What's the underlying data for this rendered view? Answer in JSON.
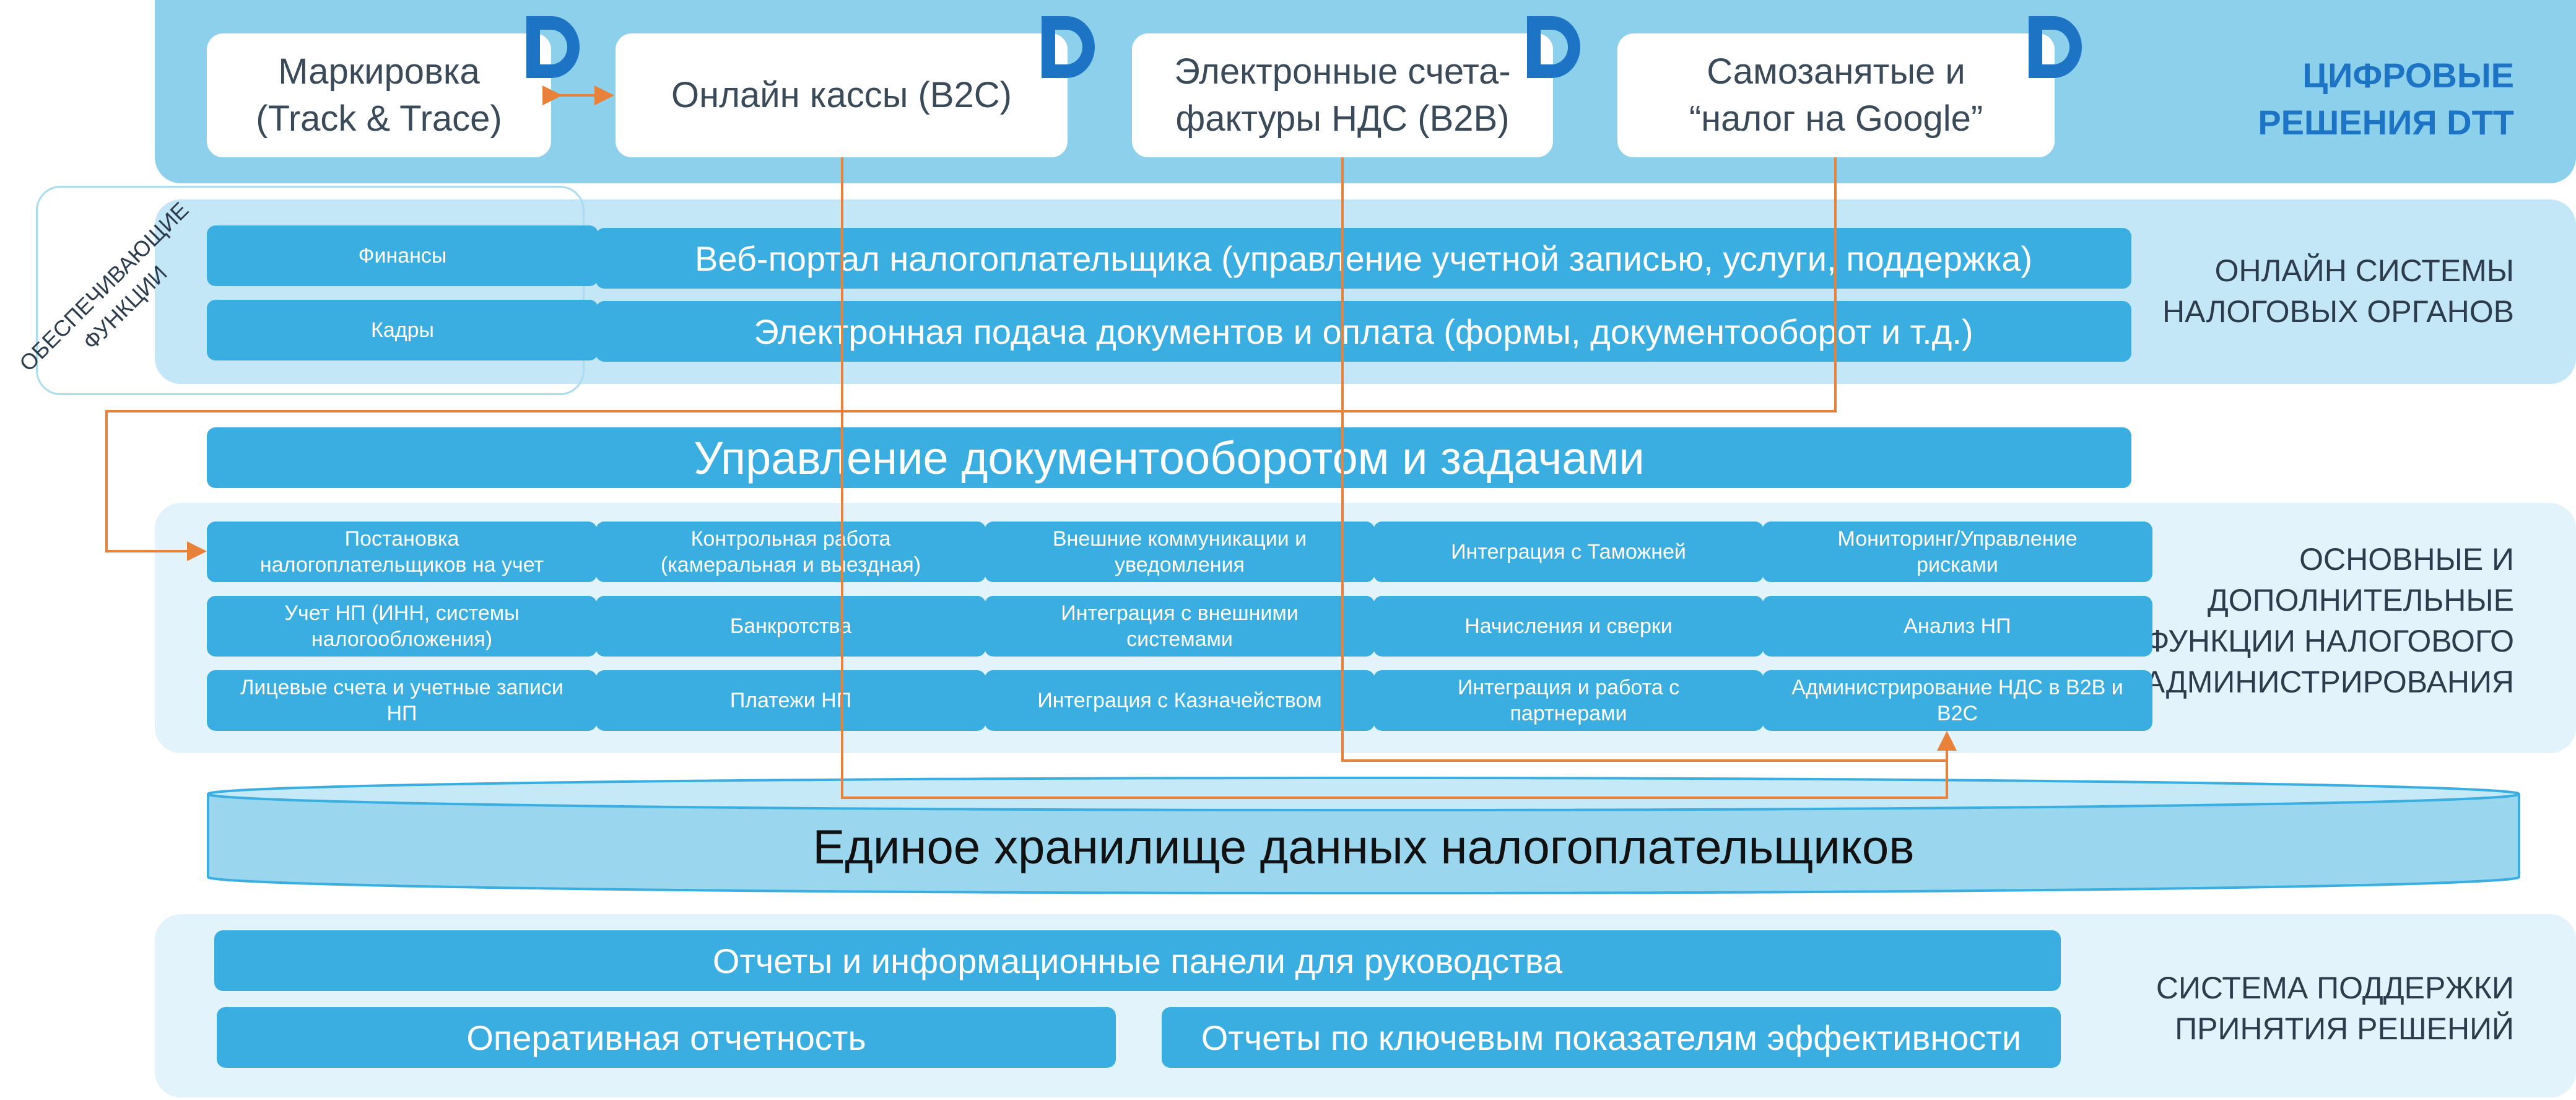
{
  "top_boxes": {
    "marking": "Маркировка\n(Track & Trace)",
    "cash": "Онлайн кассы (B2C)",
    "invoices": "Электронные счета-\nфактуры НДС (B2B)",
    "self_employed": "Самозанятые и\n“налог на Google”"
  },
  "logo_icon": "D-logo-icon",
  "categories": {
    "digital": "ЦИФРОВЫЕ\nРЕШЕНИЯ DTT",
    "online": "ОНЛАЙН СИСТЕМЫ\nНАЛОГОВЫХ ОРГАНОВ",
    "functions": "ОСНОВНЫЕ И\nДОПОЛНИТЕЛЬНЫЕ\nФУНКЦИИ НАЛОГОВОГО\nАДМИНИСТРИРОВАНИЯ",
    "support": "СИСТЕМА ПОДДЕРЖКИ\nПРИНЯТИЯ РЕШЕНИЙ"
  },
  "support_functions": {
    "label": "ОБЕСПЕЧИВАЮЩИЕ\nФУНКЦИИ",
    "finance": "Финансы",
    "hr": "Кадры"
  },
  "online": {
    "portal": "Веб-портал налогоплательщика (управление учетной записью, услуги, поддержка)",
    "efiling": "Электронная подача документов и оплата (формы, документооборот и т.д.)"
  },
  "workflow": "Управление документооборотом и задачами",
  "functions": [
    [
      "Постановка\nналогоплательщиков на учет",
      "Контрольная работа\n(камеральная и выездная)",
      "Внешние коммуникации и\nуведомления",
      "Интеграция с Таможней",
      "Мониторинг/Управление\nрисками"
    ],
    [
      "Учет НП (ИНН, системы\nналогообложения)",
      "Банкротства",
      "Интеграция с внешними\nсистемами",
      "Начисления и сверки",
      "Анализ НП"
    ],
    [
      "Лицевые счета и учетные записи\nНП",
      "Платежи НП",
      "Интеграция с Казначейством",
      "Интеграция и работа с\nпартнерами",
      "Администрирование НДС в B2B и\nB2C"
    ]
  ],
  "storage": "Единое хранилище данных налогоплательщиков",
  "support": {
    "dashboards": "Отчеты и информационные панели для руководства",
    "operational": "Оперативная отчетность",
    "kpi": "Отчеты по ключевым показателям эффективности"
  },
  "colors": {
    "band_top": "#8dd0ec",
    "band_mid": "#c3e7f6",
    "band_light": "#e2f3fb",
    "box_blue": "#3aaee0",
    "logo_blue": "#1d74c4",
    "arrow_orange": "#e8823a"
  }
}
